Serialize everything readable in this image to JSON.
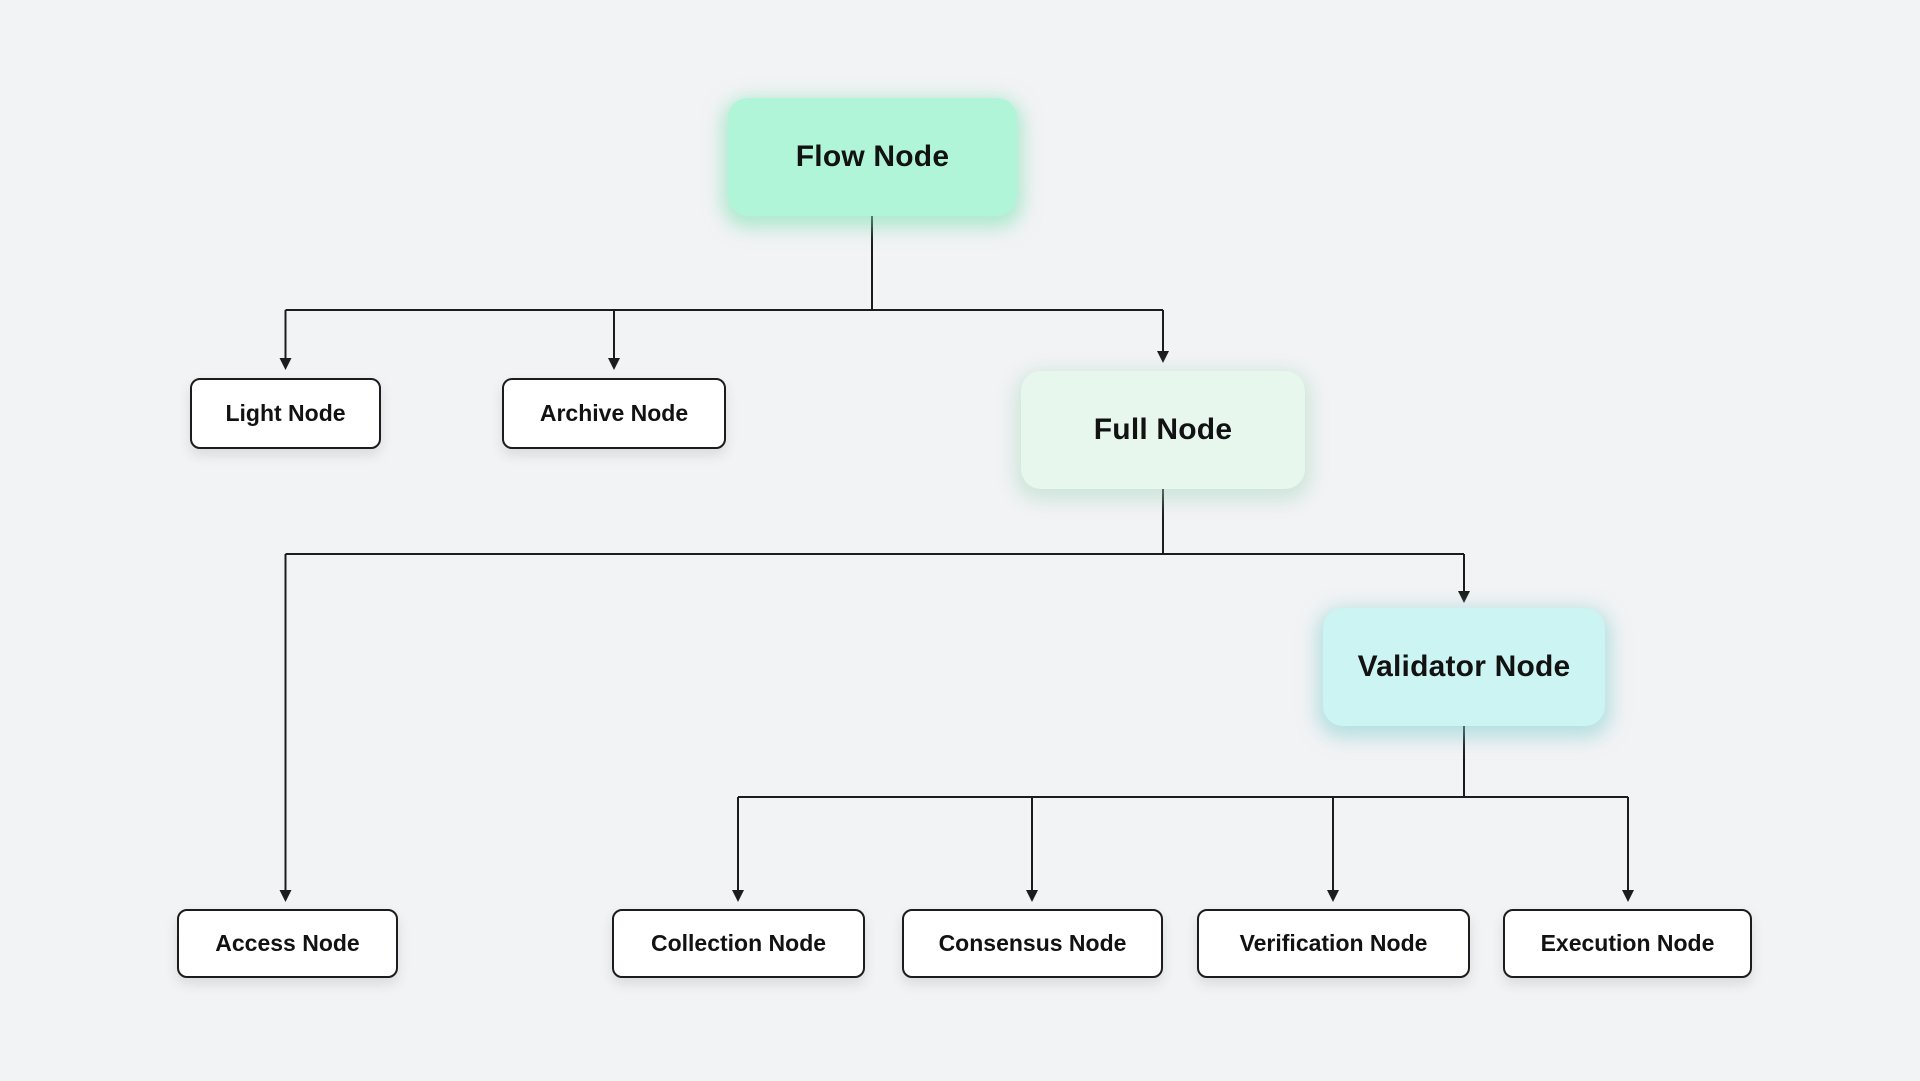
{
  "colors": {
    "background": "#f2f3f5",
    "line": "#1c1c1c",
    "text": "#121212",
    "flow_fill": "#b0f5d8",
    "full_fill": "#e7f7ee",
    "validator_fill": "#ccf4f3",
    "leaf_fill": "#ffffff",
    "leaf_border": "#1c1c1c"
  },
  "diagram": {
    "nodes": {
      "flow": {
        "label": "Flow Node"
      },
      "light": {
        "label": "Light Node"
      },
      "archive": {
        "label": "Archive Node"
      },
      "full": {
        "label": "Full Node"
      },
      "validator": {
        "label": "Validator Node"
      },
      "access": {
        "label": "Access Node"
      },
      "collection": {
        "label": "Collection Node"
      },
      "consensus": {
        "label": "Consensus Node"
      },
      "verification": {
        "label": "Verification Node"
      },
      "execution": {
        "label": "Execution Node"
      }
    },
    "edges": [
      {
        "from": "Flow Node",
        "to": "Light Node"
      },
      {
        "from": "Flow Node",
        "to": "Archive Node"
      },
      {
        "from": "Flow Node",
        "to": "Full Node"
      },
      {
        "from": "Full Node",
        "to": "Access Node"
      },
      {
        "from": "Full Node",
        "to": "Validator Node"
      },
      {
        "from": "Validator Node",
        "to": "Collection Node"
      },
      {
        "from": "Validator Node",
        "to": "Consensus Node"
      },
      {
        "from": "Validator Node",
        "to": "Verification Node"
      },
      {
        "from": "Validator Node",
        "to": "Execution Node"
      }
    ]
  }
}
